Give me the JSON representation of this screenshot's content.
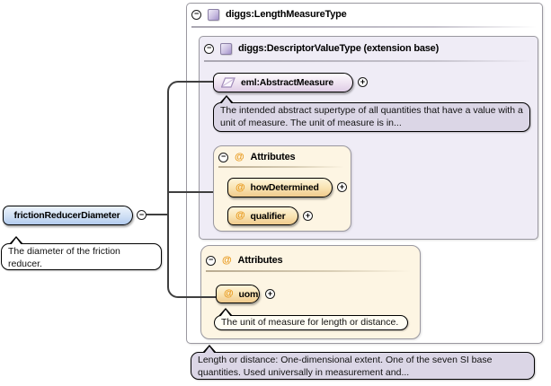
{
  "icons": {
    "collapse_glyph": "−",
    "expand_glyph": "+",
    "attribute_glyph": "@"
  },
  "colors": {
    "panel_lavender": "#efecf6",
    "panel_cream": "#fdf5e3",
    "bubble_lavender": "#dbd6e6",
    "node_blue": "#b2cbee",
    "node_pink": "#dfcde6",
    "node_orange": "#f0ca8c",
    "at_orange": "#e8991c",
    "connector": "#3f3f3f"
  },
  "root_element": {
    "label": "frictionReducerDiameter",
    "doc": "The diameter of the friction reducer."
  },
  "type_box": {
    "label": "diggs:LengthMeasureType",
    "doc": "Length or distance: One-dimensional extent. One of the seven SI base quantities. Used universally in measurement and..."
  },
  "extension_box": {
    "label": "diggs:DescriptorValueType (extension base)"
  },
  "abstract_measure": {
    "label": "eml:AbstractMeasure",
    "doc": "The intended abstract supertype of all quantities that have a value with a unit of measure. The unit of measure is in..."
  },
  "extension_attributes": {
    "title": "Attributes",
    "items": [
      {
        "label": "howDetermined"
      },
      {
        "label": "qualifier"
      }
    ]
  },
  "own_attributes": {
    "title": "Attributes",
    "items": [
      {
        "label": "uom",
        "doc": "The unit of measure for length or distance."
      }
    ]
  }
}
